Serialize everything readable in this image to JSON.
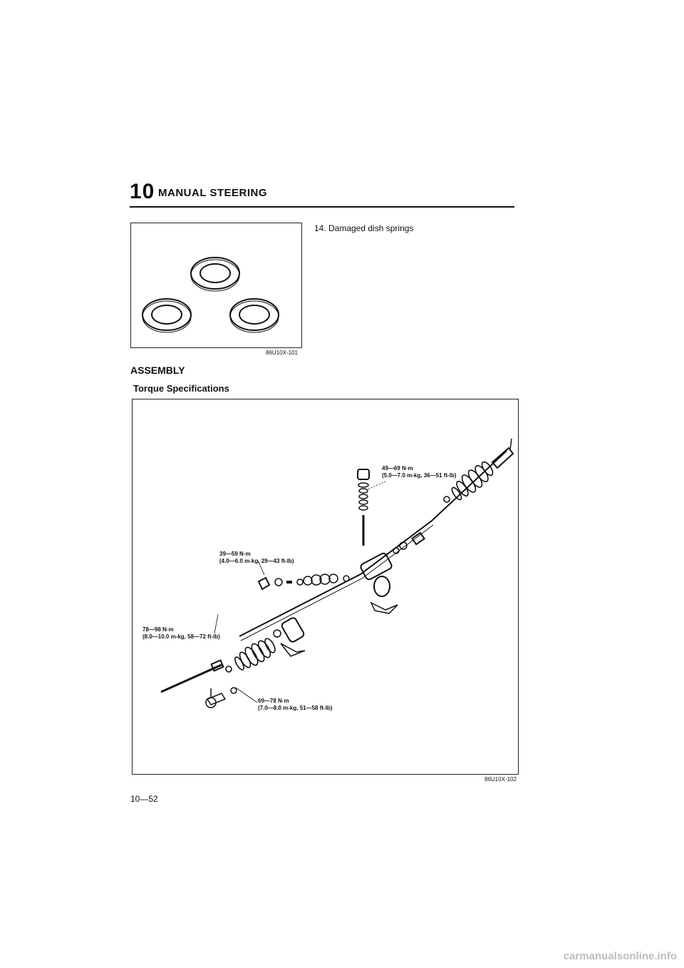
{
  "header": {
    "chapter_number": "10",
    "chapter_title": "MANUAL STEERING"
  },
  "figure1": {
    "code": "86U10X-101",
    "description_icon": "dish-spring-rings"
  },
  "step": {
    "text": "14. Damaged dish springs"
  },
  "section": {
    "title": "ASSEMBLY",
    "subtitle": "Torque Specifications"
  },
  "figure2": {
    "code": "86U10X-102",
    "torques": [
      {
        "line1": "49—69 N·m",
        "line2": "(5.0—7.0 m-kg, 36—51 ft-lb)"
      },
      {
        "line1": "39—59 N·m",
        "line2": "(4.0—6.0 m-kg, 29—43 ft-lb)"
      },
      {
        "line1": "78—98 N·m",
        "line2": "(8.0—10.0 m-kg, 58—72 ft-lb)"
      },
      {
        "line1": "69—78 N·m",
        "line2": "(7.0—8.0 m-kg, 51—58 ft-lb)"
      }
    ]
  },
  "footer": {
    "page_number": "10—52",
    "watermark": "carmanualsonline.info"
  }
}
